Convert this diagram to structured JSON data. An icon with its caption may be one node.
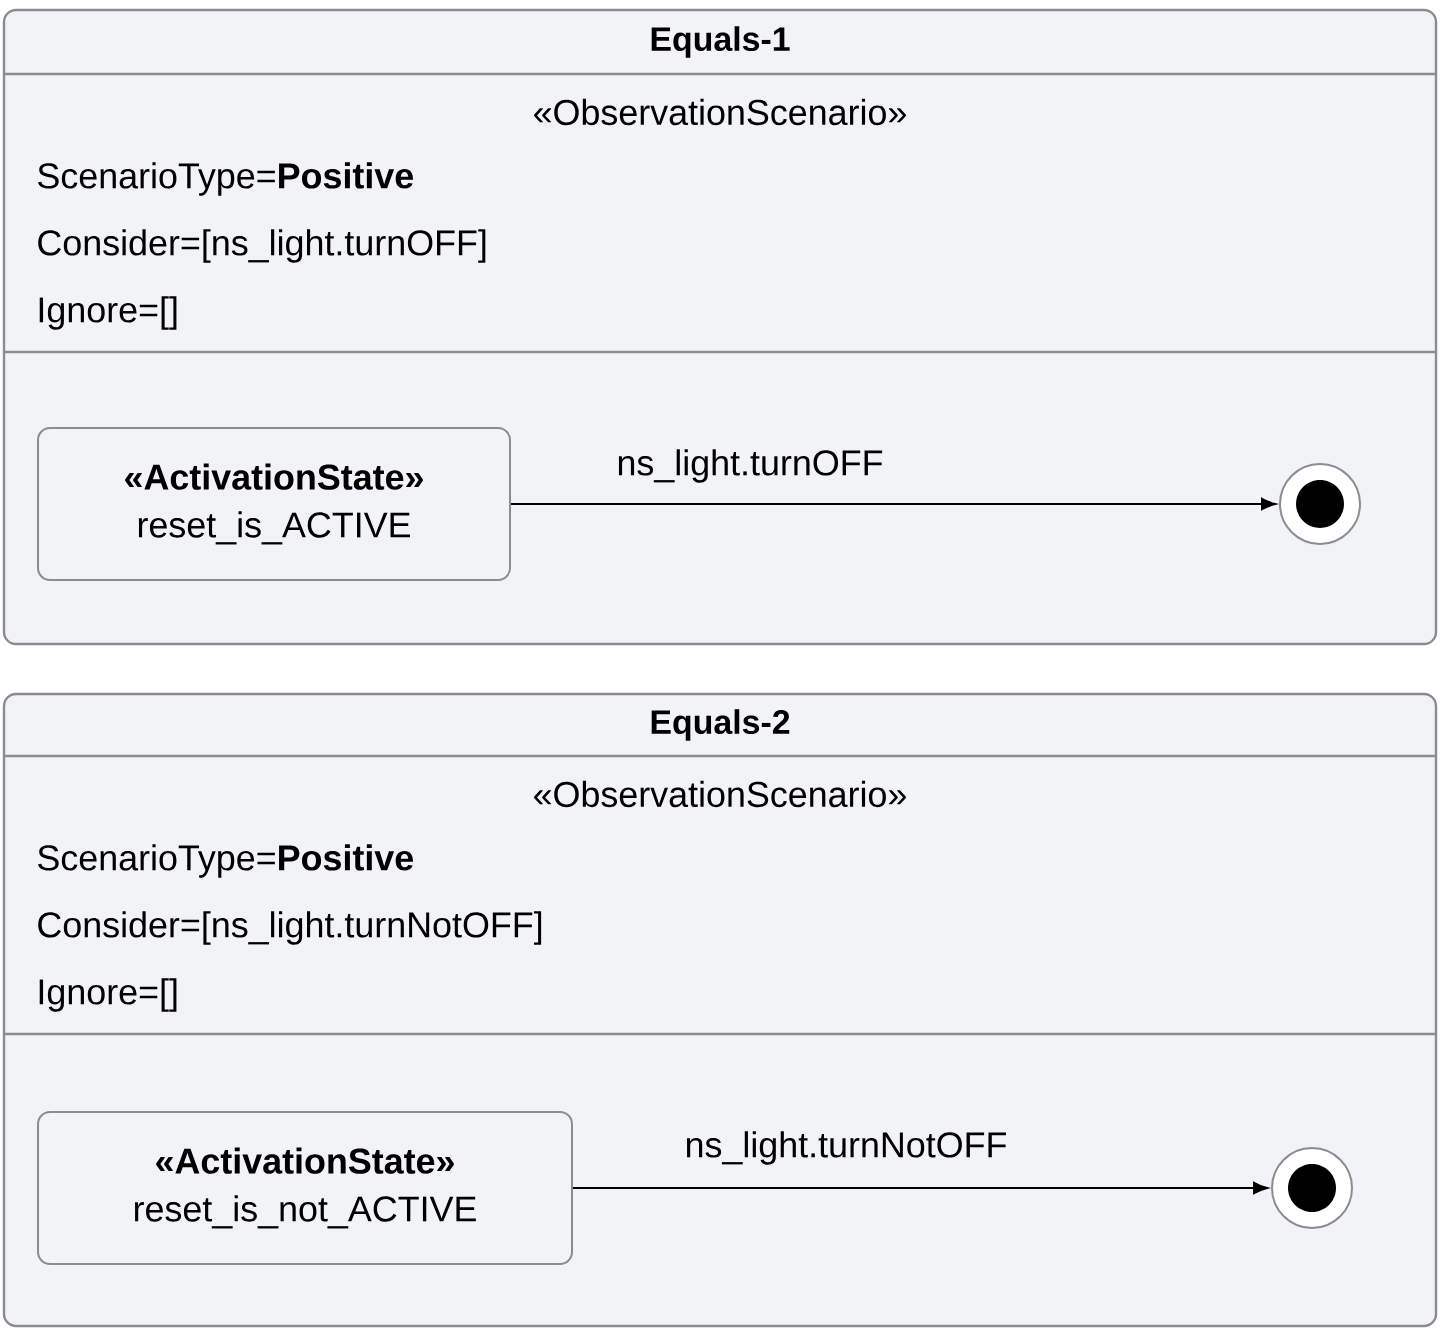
{
  "diagram": {
    "nodes": [
      {
        "text": [
          "Equals-1",
          "«ObservationScenario»",
          "ScenarioType=**Positive**",
          "Consider=[ns_light.turnOFF]",
          "Ignore=[]"
        ]
      },
      {
        "text": [
          "«ActivationState»",
          "reset_is_ACTIVE"
        ],
        "in": 0
      },
      {
        "text": [],
        "shape": "circle",
        "in": 0
      },
      {
        "text": [
          "Equals-2",
          "«ObservationScenario»",
          "ScenarioType=**Positive**",
          "Consider=[ns_light.turnNotOFF]",
          "Ignore=[]"
        ]
      },
      {
        "text": [
          "«ActivationState»",
          "reset_is_not_ACTIVE"
        ],
        "in": 3
      },
      {
        "text": [],
        "shape": "circle",
        "in": 3
      }
    ],
    "edges": [
      {
        "from": 1,
        "to": 2,
        "arrow": "to",
        "label": "ns_light.turnOFF"
      },
      {
        "from": 4,
        "to": 5,
        "arrow": "to",
        "label": "ns_light.turnNotOFF"
      }
    ]
  }
}
